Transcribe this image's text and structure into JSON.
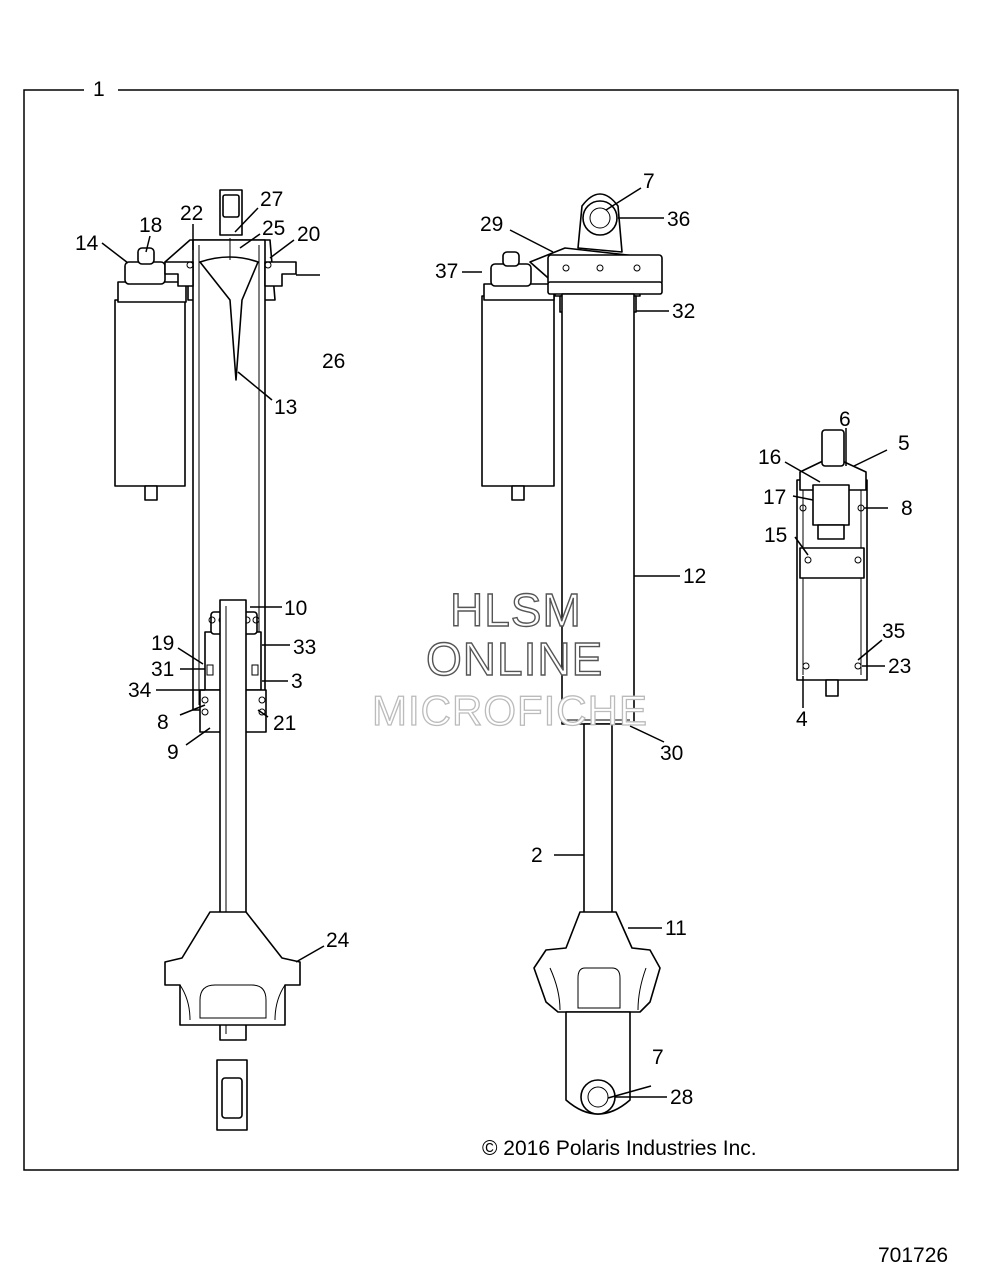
{
  "diagram": {
    "assembly_number": "1",
    "copyright": "© 2016 Polaris Industries Inc.",
    "document_number": "701726",
    "watermark": [
      "HLSM",
      "ONLINE",
      "MICROFICHE"
    ],
    "left_callouts": [
      "14",
      "18",
      "22",
      "27",
      "25",
      "20",
      "26",
      "13",
      "10",
      "33",
      "19",
      "31",
      "34",
      "3",
      "8",
      "21",
      "9",
      "24"
    ],
    "center_callouts": [
      "7",
      "36",
      "29",
      "32",
      "37",
      "12",
      "30",
      "2",
      "11",
      "7",
      "28"
    ],
    "right_callouts": [
      "6",
      "5",
      "16",
      "17",
      "8",
      "15",
      "35",
      "23",
      "4"
    ]
  }
}
